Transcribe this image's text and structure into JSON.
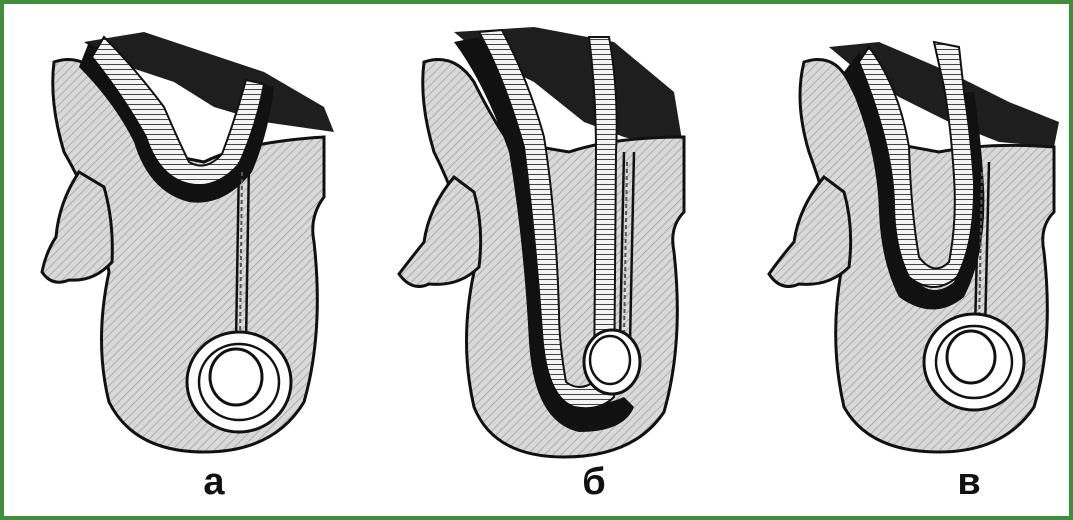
{
  "figure": {
    "border_color": "#3f8f3a",
    "panels": [
      {
        "label": "а"
      },
      {
        "label": "б"
      },
      {
        "label": "в"
      }
    ]
  }
}
